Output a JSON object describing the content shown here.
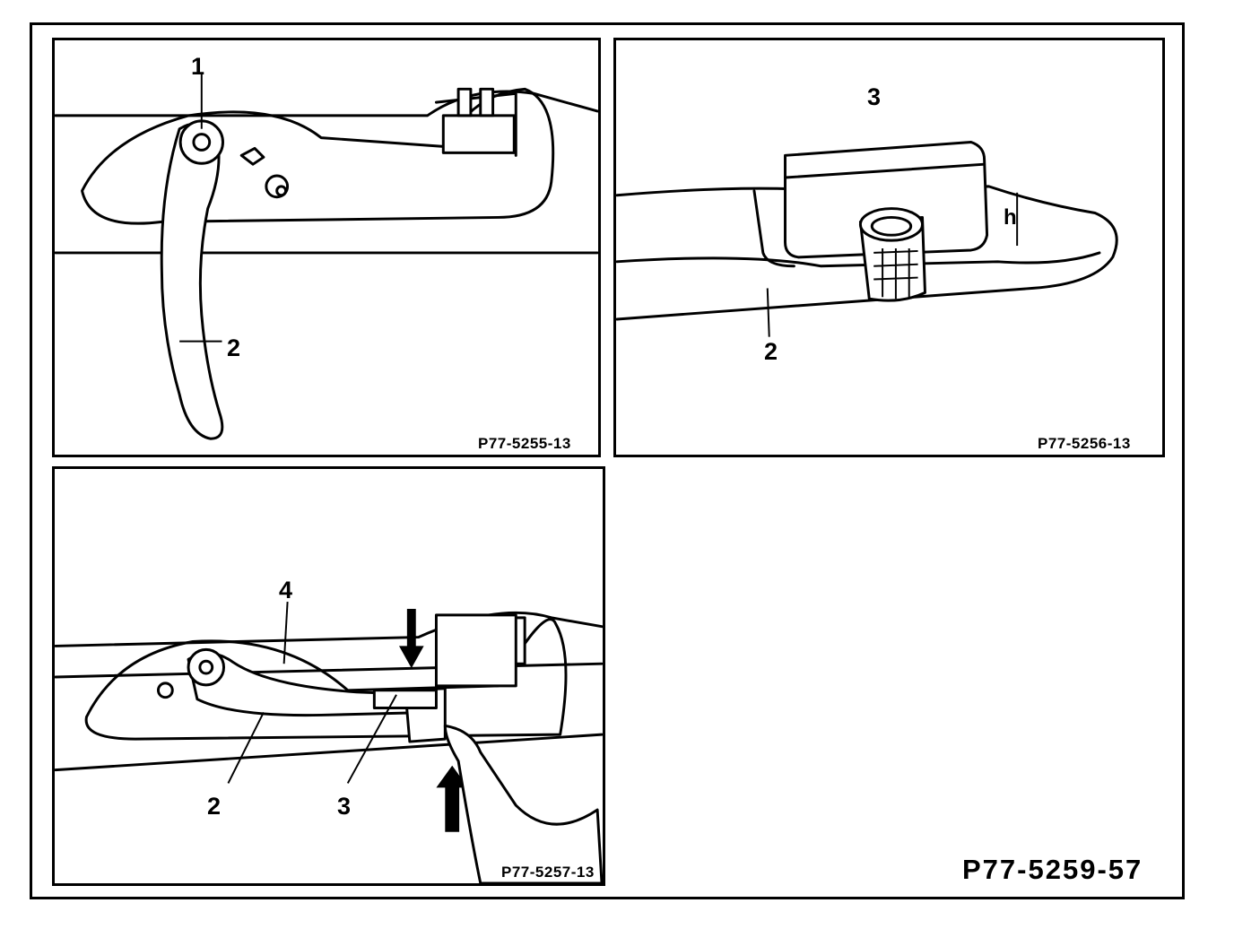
{
  "figure_id": "P77-5259-57",
  "panels": [
    {
      "code": "P77-5255-13",
      "callouts": [
        "1",
        "2"
      ]
    },
    {
      "code": "P77-5256-13",
      "callouts": [
        "3",
        "h",
        "2"
      ]
    },
    {
      "code": "P77-5257-13",
      "callouts": [
        "4",
        "2",
        "3"
      ]
    }
  ]
}
